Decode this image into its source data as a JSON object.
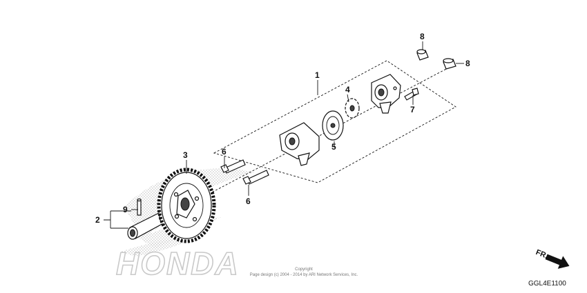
{
  "callouts": {
    "c1": "1",
    "c2": "2",
    "c3": "3",
    "c4": "4",
    "c5": "5",
    "c6a": "6",
    "c6b": "6",
    "c7": "7",
    "c8a": "8",
    "c8b": "8",
    "c9": "9"
  },
  "watermark": {
    "logo": "HONDA",
    "copyright_line1": "Copyright",
    "copyright_line2": "Page design (c) 2004 - 2014 by ARI Network Services, Inc."
  },
  "front_arrow_label": "FR.",
  "diagram_code": "GGL4E1100",
  "colors": {
    "ink": "#111111",
    "watermark": "#c9c9c9",
    "background": "#ffffff"
  }
}
